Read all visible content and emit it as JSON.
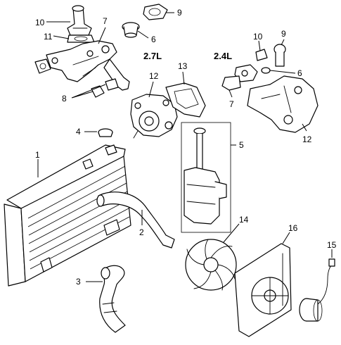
{
  "engine_labels": {
    "left": "2.7L",
    "right": "2.4L"
  },
  "callouts": {
    "c1": "1",
    "c2": "2",
    "c3": "3",
    "c4": "4",
    "c5": "5",
    "c6_left": "6",
    "c6_right": "6",
    "c7_left": "7",
    "c7_right": "7",
    "c8": "8",
    "c9_left": "9",
    "c9_right": "9",
    "c10_left": "10",
    "c10_right": "10",
    "c11": "11",
    "c12_left": "12",
    "c12_right": "12",
    "c13": "13",
    "c14": "14",
    "c15": "15",
    "c16": "16"
  },
  "colors": {
    "line": "#000000",
    "background": "#ffffff"
  }
}
